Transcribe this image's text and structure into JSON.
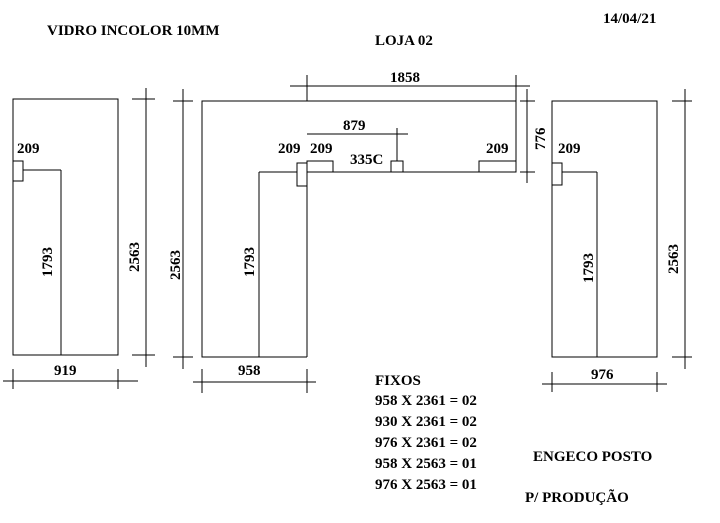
{
  "header": {
    "material": "VIDRO INCOLOR 10MM",
    "store": "LOJA 02",
    "date": "14/04/21"
  },
  "left_panel": {
    "width": "919",
    "height": "2563",
    "handle_height": "1793",
    "handle_offset": "209"
  },
  "center_panel": {
    "width": "958",
    "height": "2563",
    "handle_height": "1793",
    "handle_offset_left": "209",
    "top_width": "1858",
    "top_height": "776",
    "inner_width": "879",
    "inner_left_offset": "209",
    "inner_right_offset": "209",
    "fitting": "335C"
  },
  "right_panel": {
    "width": "976",
    "height": "2563",
    "handle_height": "1793",
    "handle_offset": "209"
  },
  "fixos": {
    "title": "FIXOS",
    "items": [
      "958 X 2361 = 02",
      "930 X 2361 = 02",
      "976 X 2361 = 02",
      "958 X 2563 = 01",
      "976 X 2563 = 01"
    ]
  },
  "footer": {
    "client": "ENGECO POSTO",
    "purpose": "P/ PRODUÇÃO"
  }
}
